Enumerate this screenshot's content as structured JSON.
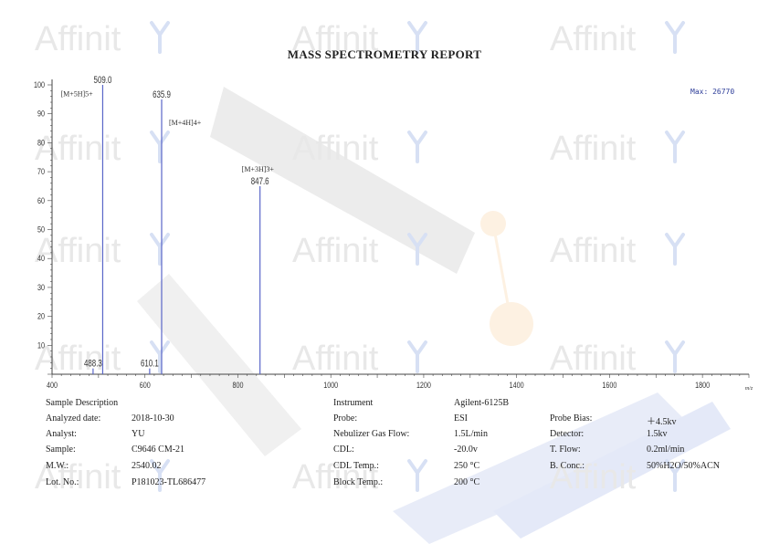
{
  "report": {
    "title": "MASS SPECTROMETRY REPORT",
    "watermark": "Affinit"
  },
  "chart_data": {
    "type": "line",
    "max": {
      "label": "Max:",
      "value": "26770"
    },
    "xlim": [
      400,
      1900
    ],
    "ylim": [
      0,
      100
    ],
    "xticks": [
      400,
      600,
      800,
      1000,
      1200,
      1400,
      1600,
      1800
    ],
    "yticks": [
      10,
      20,
      30,
      40,
      50,
      60,
      70,
      80,
      90,
      100
    ],
    "x_unit": "m/z",
    "series": [
      {
        "peaks": [
          {
            "x": 488.3,
            "y": 2
          },
          {
            "x": 509.0,
            "y": 100
          },
          {
            "x": 610.1,
            "y": 2
          },
          {
            "x": 635.9,
            "y": 95
          },
          {
            "x": 847.6,
            "y": 65
          }
        ]
      }
    ],
    "peak_labels": [
      "488.3",
      "509.0",
      "610.1",
      "635.9",
      "847.6"
    ],
    "annotations": [
      {
        "text": "[M+5H]5+",
        "x": 509.0,
        "y": 97
      },
      {
        "text": "[M+4H]4+",
        "x": 635.9,
        "y": 87
      },
      {
        "text": "[M+3H]3+",
        "x": 847.6,
        "y": 71
      }
    ],
    "colors": {
      "peak": "#5a66c8",
      "axis": "#444444"
    }
  },
  "info": {
    "sample_description": "Sample Description",
    "analyzed_date_label": "Analyzed date:",
    "analyzed_date": "2018-10-30",
    "analyst_label": "Analyst:",
    "analyst": "YU",
    "sample_label": "Sample:",
    "sample": "C9646 CM-21",
    "mw_label": "M.W.:",
    "mw": "2540.02",
    "lot_label": "Lot. No.:",
    "lot": "P181023-TL686477",
    "instrument_label": "Instrument",
    "instrument": "Agilent-6125B",
    "probe_label": "Probe:",
    "probe": "ESI",
    "nebulizer_label": "Nebulizer Gas Flow:",
    "nebulizer": "1.5L/min",
    "cdl_label": "CDL:",
    "cdl": "-20.0v",
    "cdl_temp_label": "CDL Temp.:",
    "cdl_temp": "250 °C",
    "block_temp_label": "Block Temp.:",
    "block_temp": "200 °C",
    "probe_bias_label": "Probe Bias:",
    "probe_bias": "＋4.5kv",
    "detector_label": "Detector:",
    "detector": "1.5kv",
    "tflow_label": "T. Flow:",
    "tflow": "0.2ml/min",
    "bconc_label": "B. Conc.:",
    "bconc": "50%H2O/50%ACN"
  }
}
